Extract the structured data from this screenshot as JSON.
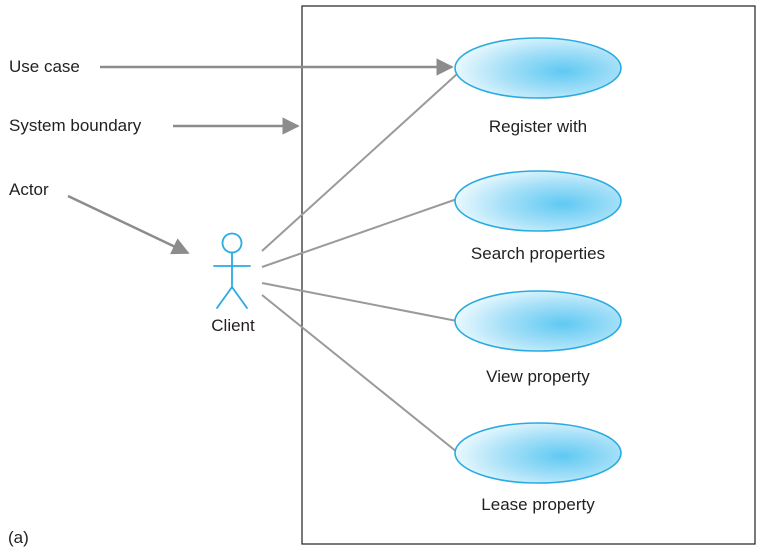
{
  "annotations": {
    "use_case": "Use case",
    "system_boundary": "System boundary",
    "actor": "Actor"
  },
  "actor": {
    "name": "Client",
    "icon": "stick-figure-icon"
  },
  "use_cases": [
    {
      "label": "Register with"
    },
    {
      "label": "Search properties"
    },
    {
      "label": "View property"
    },
    {
      "label": "Lease property"
    }
  ],
  "figure_label": "(a)",
  "colors": {
    "background": "#ffffff",
    "text": "#231f20",
    "arrow": "#8c8c8c",
    "association_line": "#9a9a9a",
    "actor": "#29abe2",
    "use_case_fill_center": "#5fc9f2",
    "use_case_fill_edge": "#e8f8fe",
    "use_case_stroke": "#29abe2",
    "system_boundary": "#231f20"
  }
}
